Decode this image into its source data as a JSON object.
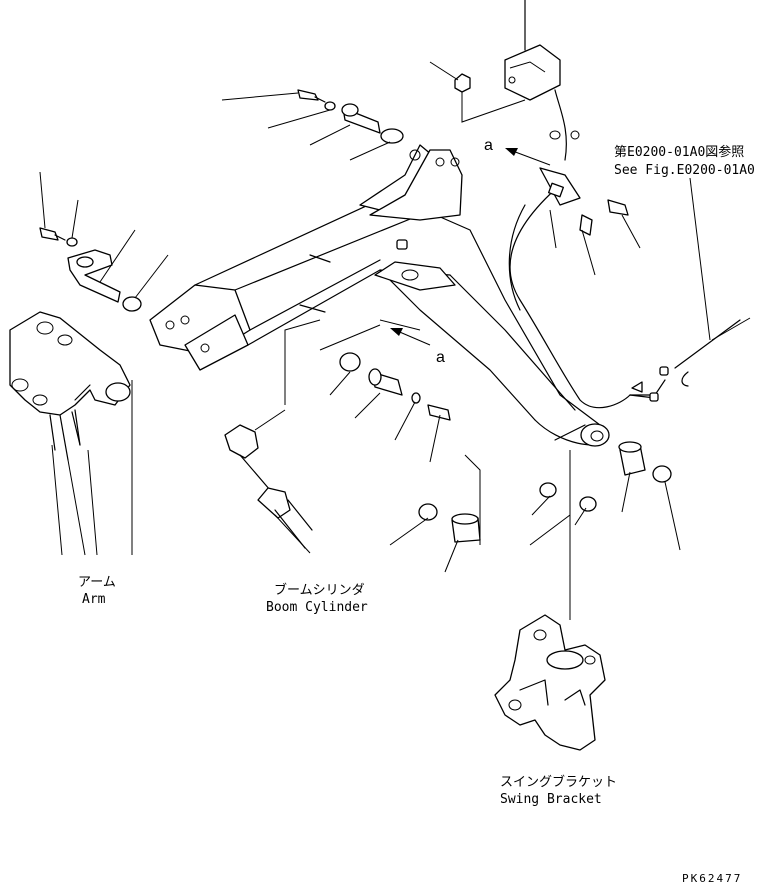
{
  "labels": {
    "arm_jp": "アーム",
    "arm_en": "Arm",
    "boom_cyl_jp": "ブームシリンダ",
    "boom_cyl_en": "Boom Cylinder",
    "swing_jp": "スイングブラケット",
    "swing_en": "Swing Bracket",
    "ref_jp": "第E0200-01A0図参照",
    "ref_en": "See Fig.E0200-01A0",
    "mark_a": "a",
    "code": "PK62477"
  }
}
